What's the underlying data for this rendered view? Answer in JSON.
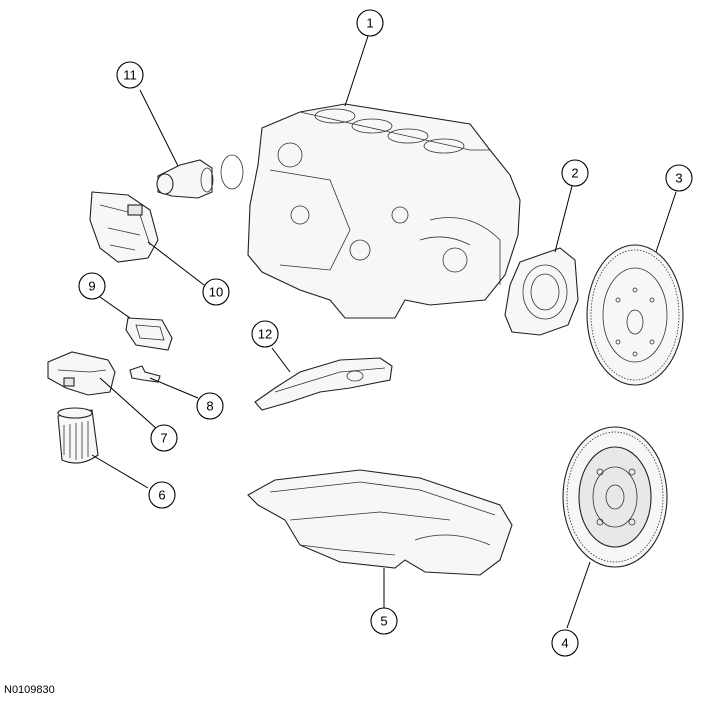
{
  "reference_id": "N0109830",
  "callouts": [
    {
      "id": 1,
      "label": "1"
    },
    {
      "id": 2,
      "label": "2"
    },
    {
      "id": 3,
      "label": "3"
    },
    {
      "id": 4,
      "label": "4"
    },
    {
      "id": 5,
      "label": "5"
    },
    {
      "id": 6,
      "label": "6"
    },
    {
      "id": 7,
      "label": "7"
    },
    {
      "id": 8,
      "label": "8"
    },
    {
      "id": 9,
      "label": "9"
    },
    {
      "id": 10,
      "label": "10"
    },
    {
      "id": 11,
      "label": "11"
    },
    {
      "id": 12,
      "label": "12"
    }
  ]
}
